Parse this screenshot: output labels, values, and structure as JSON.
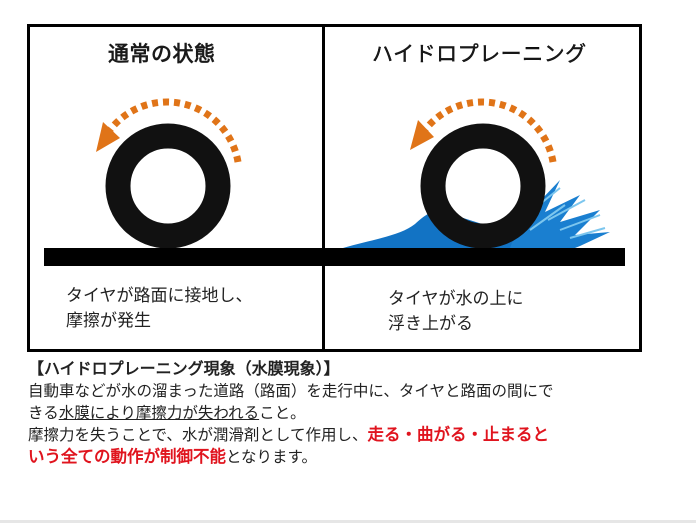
{
  "panels": {
    "left": {
      "title": "通常の状態",
      "caption_line1": "タイヤが路面に接地し、",
      "caption_line2": "摩擦が発生"
    },
    "right": {
      "title": "ハイドロプレーニング",
      "caption_line1": "タイヤが水の上に",
      "caption_line2": "浮き上がる"
    }
  },
  "description": {
    "heading": "【ハイドロプレーニング現象（水膜現象）】",
    "line1": "自動車などが水の溜まった道路（路面）を走行中に、タイヤと路面の間にで",
    "line2_prefix": "きる",
    "line2_underlined": "水膜により摩擦力が失われる",
    "line2_suffix": "こと。",
    "line3_prefix": "摩擦力を失うことで、水が潤滑剤として作用し、",
    "line3_red": "走る・曲がる・止まると",
    "line4_red": "いう全ての動作が制御不能",
    "line4_suffix": "となります。"
  },
  "colors": {
    "arrow": "#e07418",
    "tire": "#111111",
    "road": "#000000",
    "water": "#1273c4",
    "water_light": "#4aa8e0",
    "emphasis": "#e0141e"
  },
  "icons": [
    "rotation-arrow-icon",
    "tire-icon",
    "water-splash-icon"
  ]
}
